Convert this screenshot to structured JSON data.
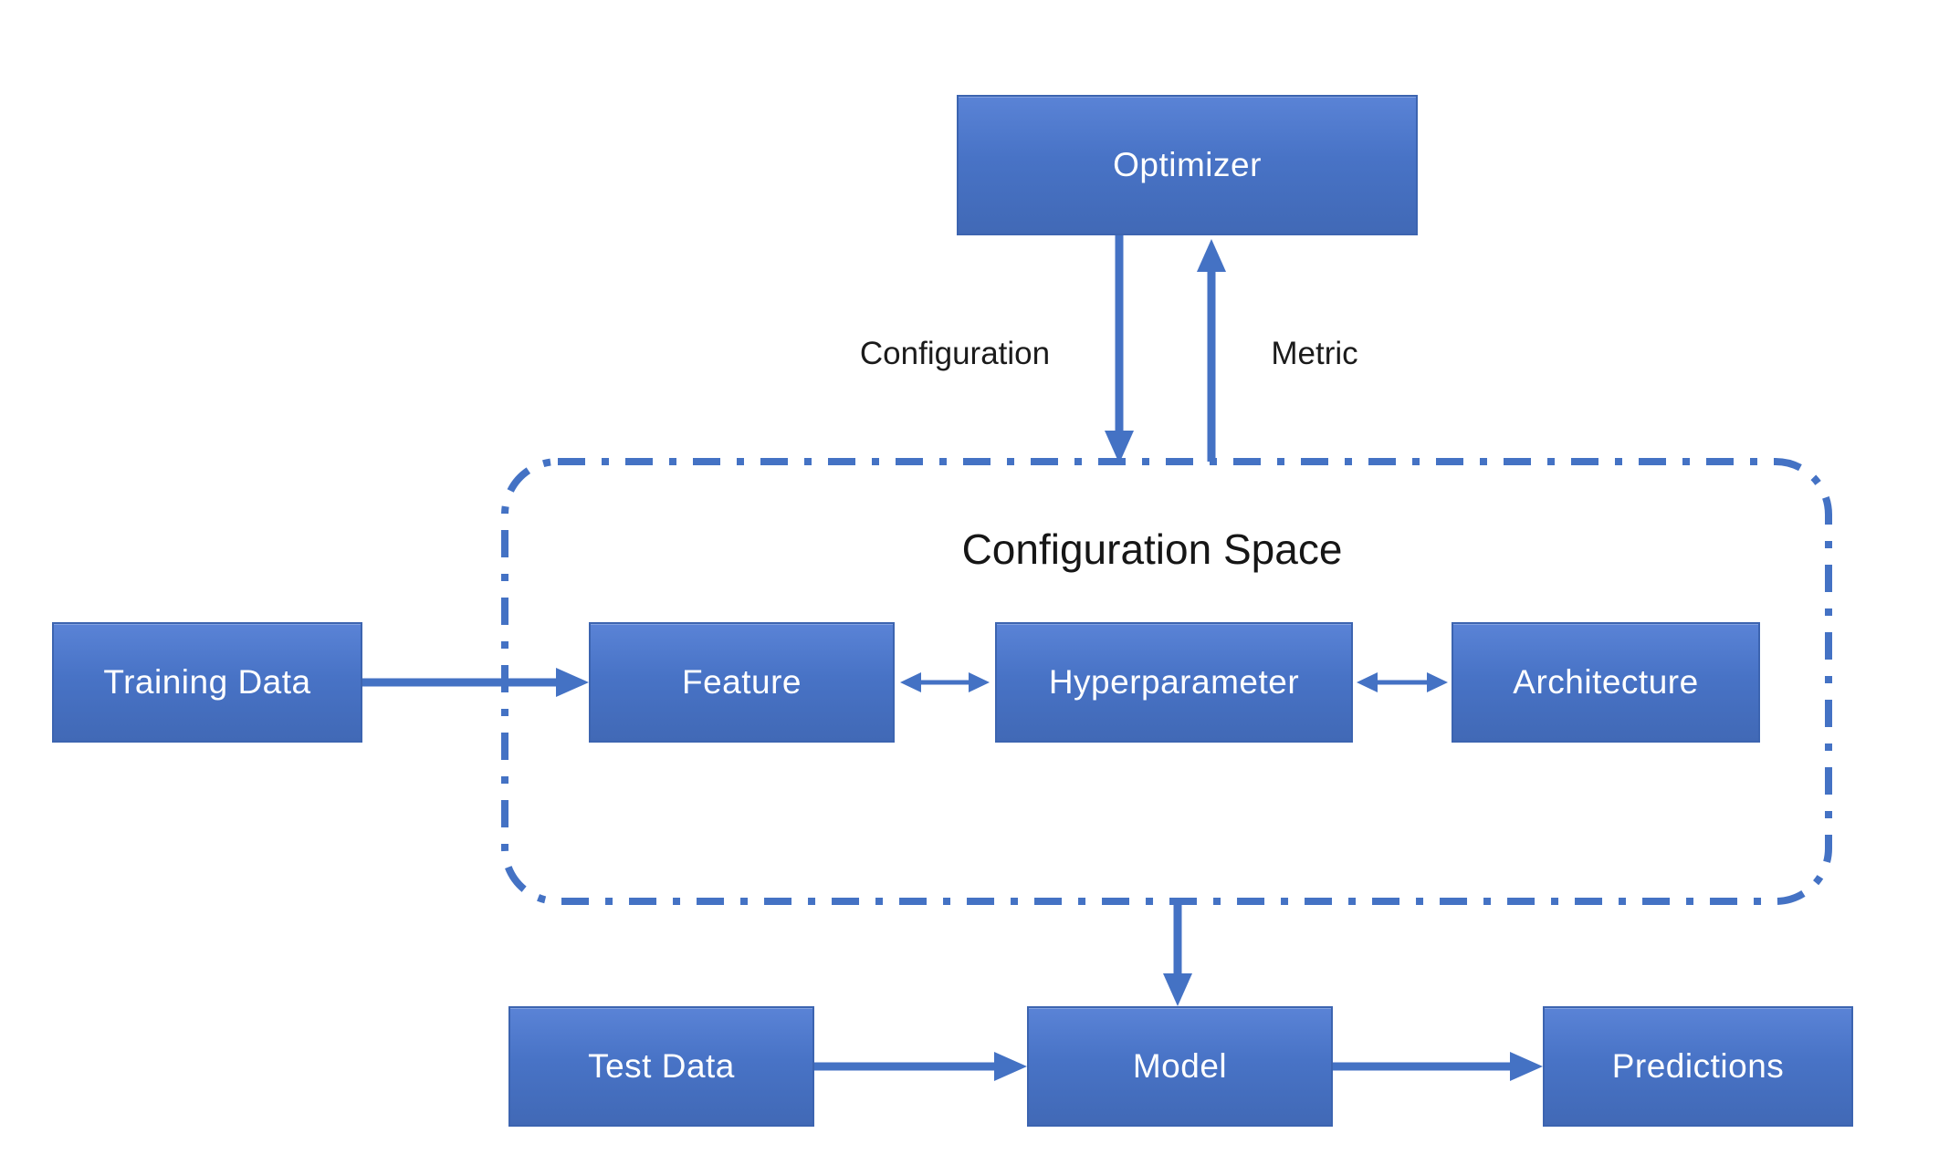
{
  "diagram": {
    "description": "AutoML pipeline diagram: an Optimizer sends configurations to a Configuration Space (Feature, Hyperparameter, Architecture) and receives a metric back; training data feeds the feature space; the configuration space produces a model which maps test data to predictions."
  },
  "nodes": {
    "optimizer": {
      "label": "Optimizer"
    },
    "training_data": {
      "label": "Training Data"
    },
    "feature": {
      "label": "Feature"
    },
    "hyperparameter": {
      "label": "Hyperparameter"
    },
    "architecture": {
      "label": "Architecture"
    },
    "test_data": {
      "label": "Test Data"
    },
    "model": {
      "label": "Model"
    },
    "predictions": {
      "label": "Predictions"
    }
  },
  "containers": {
    "configuration_space": {
      "label": "Configuration Space",
      "border_style": "dash-dot rounded"
    }
  },
  "edge_labels": {
    "configuration": "Configuration",
    "metric": "Metric"
  },
  "edges": [
    {
      "from": "Optimizer",
      "to": "Configuration Space",
      "label": "Configuration",
      "direction": "down"
    },
    {
      "from": "Configuration Space",
      "to": "Optimizer",
      "label": "Metric",
      "direction": "up"
    },
    {
      "from": "Training Data",
      "to": "Feature",
      "direction": "right"
    },
    {
      "from": "Feature",
      "to": "Hyperparameter",
      "bidirectional": true
    },
    {
      "from": "Hyperparameter",
      "to": "Architecture",
      "bidirectional": true
    },
    {
      "from": "Configuration Space",
      "to": "Model",
      "direction": "down"
    },
    {
      "from": "Test Data",
      "to": "Model",
      "direction": "right"
    },
    {
      "from": "Model",
      "to": "Predictions",
      "direction": "right"
    }
  ],
  "colors": {
    "node_fill_top": "#5A83D6",
    "node_fill_bottom": "#4169B6",
    "node_border": "#3C64B0",
    "node_text": "#FFFFFF",
    "arrow": "#4472C4",
    "container_border": "#4472C4",
    "label_text": "#1B1B1B",
    "background": "#FFFFFF"
  }
}
